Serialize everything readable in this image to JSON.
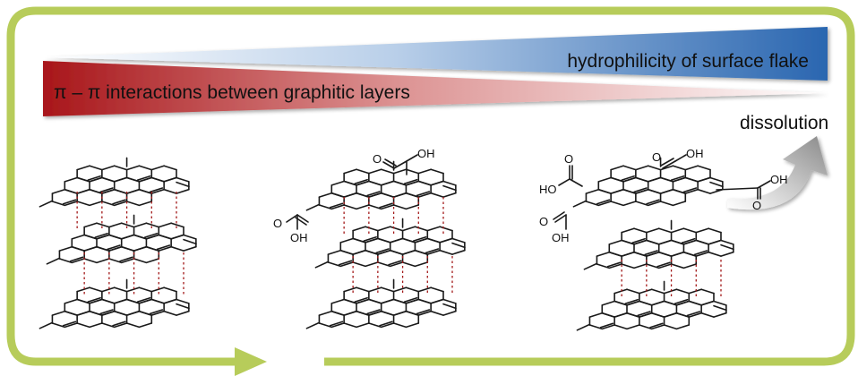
{
  "gradients": {
    "top_label": "hydrophilicity of surface flake",
    "bottom_label": "π – π interactions between graphitic layers",
    "top_color": "#2f6db5",
    "bottom_color": "#b01c1c"
  },
  "dissolution_label": "dissolution",
  "frame_color": "#b7cc5a",
  "functional_groups": {
    "carboxyl_o": "O",
    "carboxyl_oh": "OH",
    "carboxyl_ho": "HO"
  }
}
